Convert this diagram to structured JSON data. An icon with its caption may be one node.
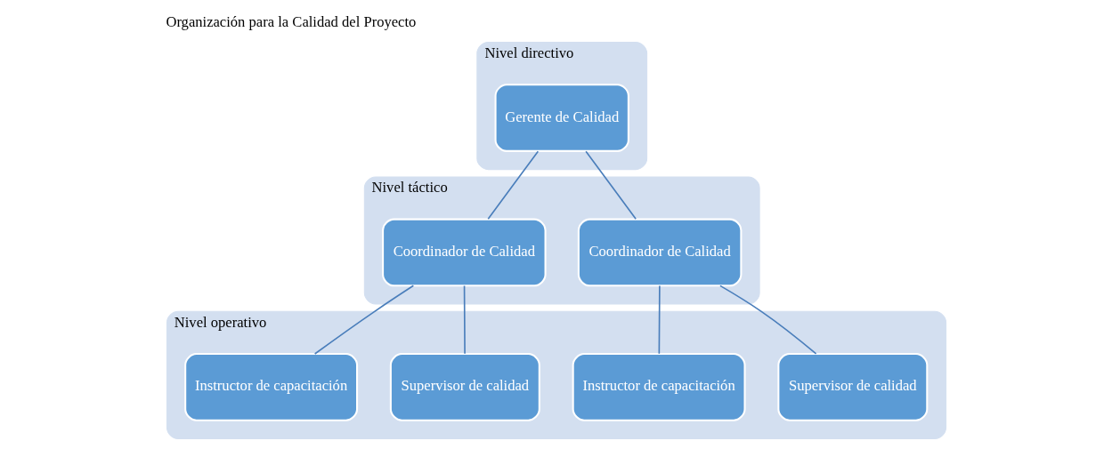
{
  "diagram": {
    "title": "Organización para la Calidad del Proyecto",
    "nodes": [
      {
        "text": [
          "Nivel directivo"
        ]
      },
      {
        "text": [
          "Gerente de Calidad"
        ],
        "in": 0
      },
      {
        "text": [
          "Nivel táctico"
        ]
      },
      {
        "text": [
          "Coordinador de Calidad"
        ],
        "in": 2
      },
      {
        "text": [
          "Coordinador de Calidad"
        ],
        "in": 2
      },
      {
        "text": [
          "Nivel operativo"
        ]
      },
      {
        "text": [
          "Supervisor de calidad"
        ],
        "in": 5
      },
      {
        "text": [
          "Instructor de capacitación"
        ],
        "in": 5
      },
      {
        "text": [
          "Supervisor de calidad"
        ],
        "in": 5
      },
      {
        "text": [
          "Instructor de capacitación"
        ],
        "in": 5
      }
    ],
    "edges": [
      {
        "from": 1,
        "to": 3,
        "arrow": "none"
      },
      {
        "from": 1,
        "to": 4,
        "arrow": "none"
      },
      {
        "from": 3,
        "to": 6,
        "arrow": "none"
      },
      {
        "from": 3,
        "to": 7,
        "arrow": "none"
      },
      {
        "from": 4,
        "to": 8,
        "arrow": "none"
      },
      {
        "from": 4,
        "to": 9,
        "arrow": "none"
      }
    ]
  }
}
